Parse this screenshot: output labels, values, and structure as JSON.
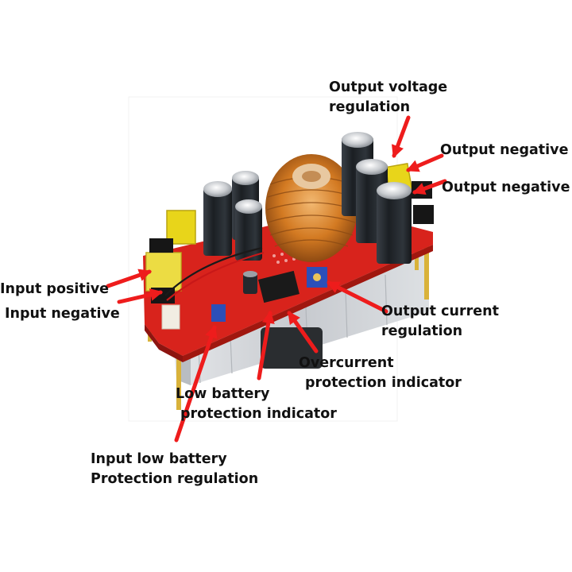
{
  "labels": {
    "output_voltage_regulation": [
      "Output voltage",
      "regulation"
    ],
    "output_negative_1": "Output negative",
    "output_negative_2": "Output negative",
    "input_positive": "Input positive",
    "input_negative": "Input negative",
    "output_current_regulation": [
      "Output current",
      "regulation"
    ],
    "overcurrent_indicator": [
      "Overcurrent",
      "protection indicator"
    ],
    "low_battery_indicator": [
      "Low battery",
      "protection indicator"
    ],
    "input_low_battery_regulation": [
      "Input low battery",
      "Protection regulation"
    ]
  },
  "colors": {
    "arrow": "#ee1c1c",
    "pcb": "#d8231c",
    "coil": "#d97a1c",
    "capacitor": "#24292e",
    "heatsink": "#d3d6da",
    "fuse": "#e8d51a",
    "trimmer": "#2c4fb8",
    "label_text": "#111111"
  }
}
